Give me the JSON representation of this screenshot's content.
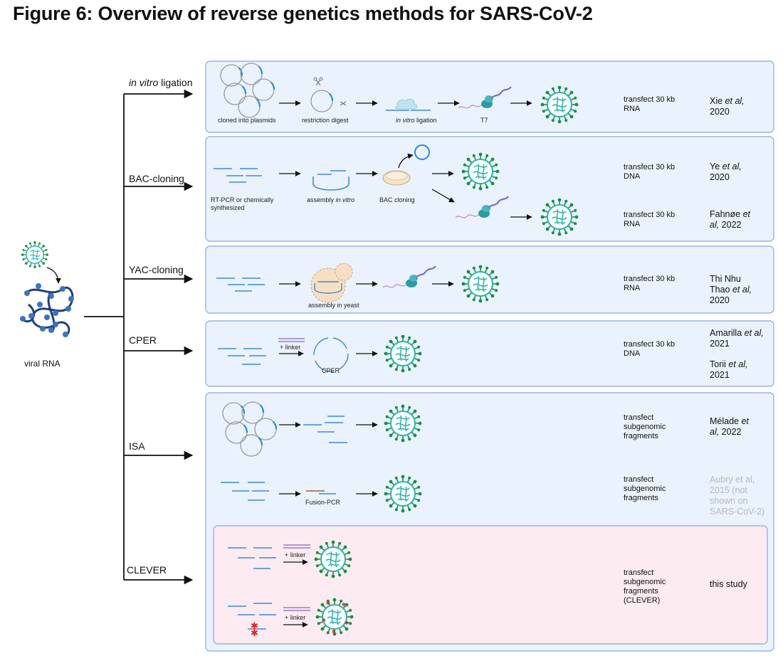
{
  "title": "Figure 6: Overview of reverse genetics methods for SARS-CoV-2",
  "source_label": "viral RNA",
  "methods": {
    "ivl": {
      "label_italic": "in vitro",
      "label_rest": " ligation"
    },
    "bac": {
      "label": "BAC-cloning"
    },
    "yac": {
      "label": "YAC-cloning"
    },
    "cper": {
      "label": "CPER"
    },
    "isa": {
      "label": "ISA"
    },
    "clever": {
      "label": "CLEVER"
    }
  },
  "steps": {
    "cloned_into_plasmids": "cloned into plasmids",
    "restriction_digest": "restriction digest",
    "in_vitro_ligation_italic": "in vitro",
    "in_vitro_ligation_rest": " ligation",
    "t7": "T7",
    "rtpcr_line1": "RT-PCR or chemically",
    "rtpcr_line2": "synthesized",
    "assembly_pre": "assembly ",
    "assembly_italic": "in vitro",
    "bac_cloning": "BAC cloning",
    "assembly_yeast": "assembly in yeast",
    "plus_linker": "+ linker",
    "cper": "CPER",
    "fusion_pcr": "Fusion-PCR"
  },
  "transfect": {
    "ivl": [
      "transfect 30 kb",
      "RNA"
    ],
    "bac1": [
      "transfect 30 kb",
      "DNA"
    ],
    "bac2": [
      "transfect 30 kb",
      "RNA"
    ],
    "yac": [
      "transfect 30 kb",
      "RNA"
    ],
    "cper": [
      "transfect 30 kb",
      "DNA"
    ],
    "isa1": [
      "transfect",
      "subgenomic",
      "fragments"
    ],
    "isa2": [
      "transfect",
      "subgenomic",
      "fragments"
    ],
    "clever": [
      "transfect",
      "subgenomic",
      "fragments",
      "(CLEVER)"
    ]
  },
  "refs": {
    "xie": {
      "a": "Xie ",
      "i": "et al,",
      "b": "2020"
    },
    "ye": {
      "a": "Ye ",
      "i": "et al,",
      "b": "2020"
    },
    "fahnoe": {
      "a": "Fahnøe ",
      "i": "et",
      "c": "al,",
      "d": " 2022"
    },
    "thao": {
      "a": "Thi Nhu",
      "b": "Thao ",
      "i": "et al,",
      "c": "2020"
    },
    "amarilla": {
      "a": "Amarilla ",
      "i": "et al,",
      "b": "2021"
    },
    "torii": {
      "a": "Torii ",
      "i": "et al,",
      "b": "2021"
    },
    "melade": {
      "a": "Mélade ",
      "i": "et",
      "c": "al,",
      "d": " 2022"
    },
    "aubry": [
      "Aubry et al,",
      "2015 (not",
      "shown on",
      "SARS-CoV-2)"
    ],
    "this_study": "this study"
  },
  "colors": {
    "panel_fill": "#eaf2fd",
    "panel_border": "#9ab6dc",
    "clever_fill": "#fcebf1",
    "fragment": "#3a8bd6",
    "virus_core": "#2bb3b1",
    "virus_spike": "#17913f",
    "rna_node": "#3b73c6"
  }
}
